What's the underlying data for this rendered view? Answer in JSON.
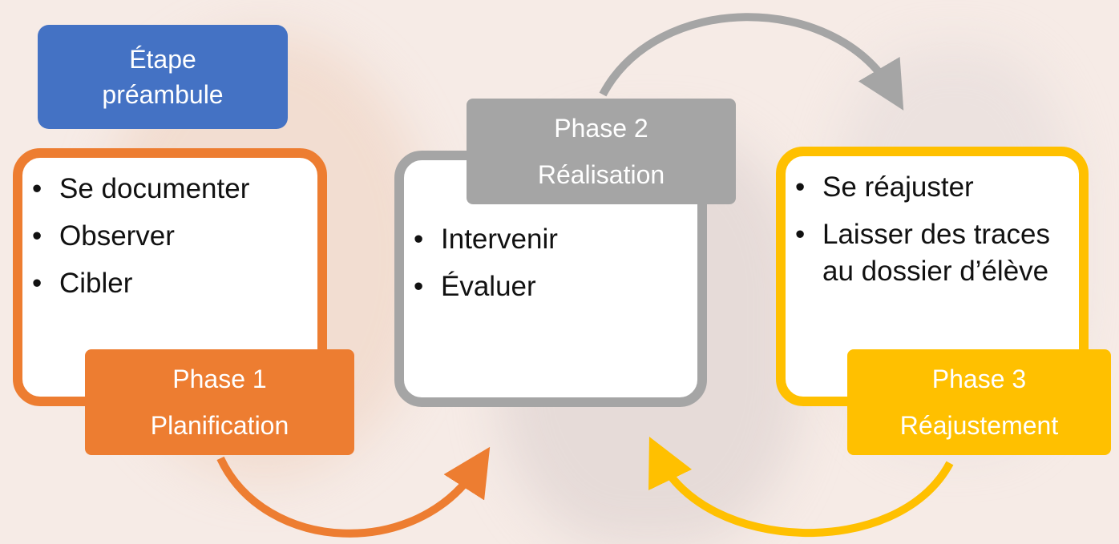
{
  "preamble": {
    "line1": "Étape",
    "line2": "préambule"
  },
  "phases": [
    {
      "title": "Phase 1",
      "subtitle": "Planification",
      "items": [
        "Se documenter",
        "Observer",
        "Cibler"
      ]
    },
    {
      "title": "Phase 2",
      "subtitle": "Réalisation",
      "items": [
        "Intervenir",
        "Évaluer"
      ]
    },
    {
      "title": "Phase 3",
      "subtitle": "Réajustement",
      "items": [
        "Se réajuster",
        "Laisser des traces au dossier d’élève"
      ]
    }
  ],
  "colors": {
    "preamble": "#4472c4",
    "phase1": "#ed7d31",
    "phase2": "#a5a5a5",
    "phase3": "#ffc000",
    "background": "#f6ebe6"
  }
}
